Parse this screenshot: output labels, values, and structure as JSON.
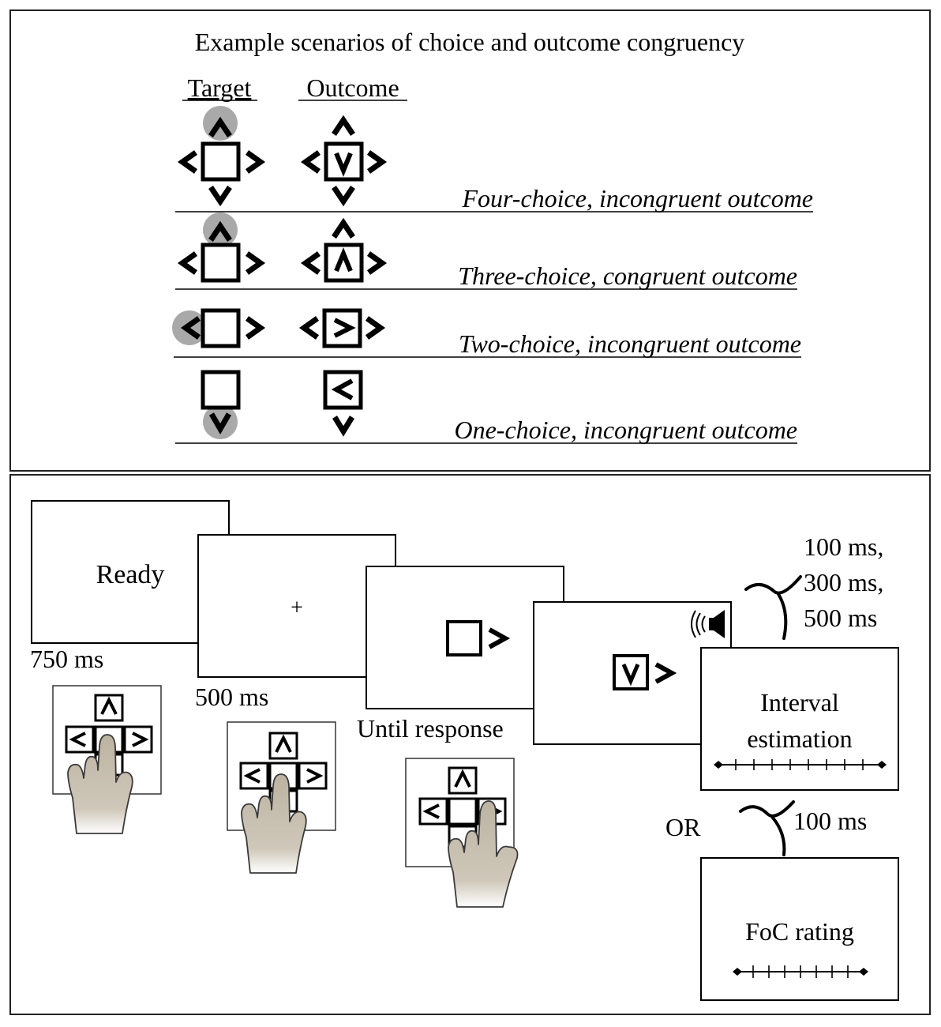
{
  "scenarios_panel": {
    "title": "Example scenarios of choice and outcome congruency",
    "col_target": "Target",
    "col_outcome": "Outcome",
    "rows": [
      {
        "label": "Four-choice, incongruent outcome"
      },
      {
        "label": "Three-choice, congruent outcome"
      },
      {
        "label": "Two-choice, incongruent outcome"
      },
      {
        "label": "One-choice, incongruent outcome"
      }
    ]
  },
  "trial_panel": {
    "ready_text": "Ready",
    "ready_duration": "750 ms",
    "fixation_symbol": "+",
    "fixation_duration": "500 ms",
    "target_duration": "Until response",
    "delay_options": [
      "100 ms,",
      "300 ms,",
      "500 ms"
    ],
    "interval_label_line1": "Interval",
    "interval_label_line2": "estimation",
    "or_label": "OR",
    "foc_delay": "100 ms",
    "foc_label": "FoC rating"
  },
  "colors": {
    "highlight": "#a9a9a9",
    "hand_fill": "#c2b9a8",
    "hand_stroke": "#3a3a3a",
    "ink": "#000000"
  }
}
